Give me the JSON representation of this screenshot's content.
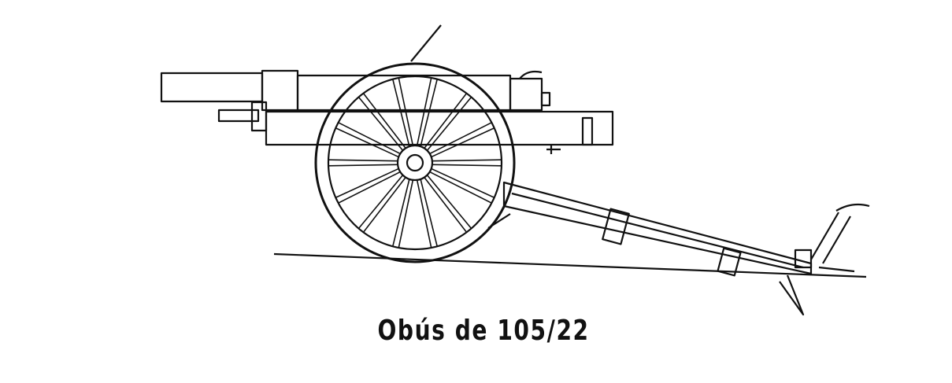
{
  "caption": "Obús de 105/22",
  "illustration": {
    "subject": "howitzer-line-drawing",
    "ink_color": "#111111",
    "paper_color": "#ffffff",
    "wheel_spokes": 14
  }
}
